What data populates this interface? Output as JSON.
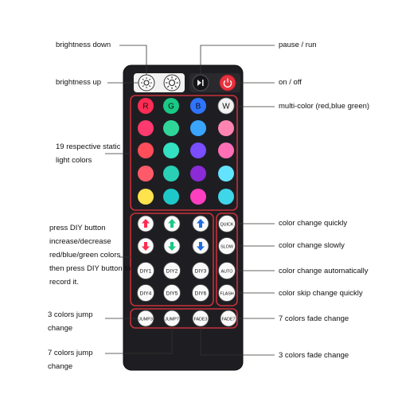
{
  "colors": {
    "red": "#ff2d4f",
    "green": "#19c985",
    "blue": "#1e6ce0",
    "white": "#f2f2f2",
    "remote_body": "#1e1e22",
    "frame": "#c9303a",
    "text_dark": "#111111"
  },
  "remote": {
    "top_buttons": [
      {
        "icon": "brightness-down-icon"
      },
      {
        "icon": "brightness-up-icon"
      },
      {
        "icon": "play-pause-icon"
      },
      {
        "icon": "power-icon"
      }
    ],
    "color_rows": [
      [
        "#ff2d55",
        "#19c985",
        "#2f74ff",
        "#f2f2f2"
      ],
      [
        "#ff3a6e",
        "#2fd69a",
        "#3aa5ff",
        "#ff85b0"
      ],
      [
        "#ff4d5a",
        "#33e1c2",
        "#7a4dff",
        "#ff6fb5"
      ],
      [
        "#ff5a6a",
        "#29d0b6",
        "#8a2bd6",
        "#63e3ff"
      ],
      [
        "#ffe34d",
        "#1fc8c8",
        "#ff3fbf",
        "#3ed6e8"
      ]
    ],
    "first_row_letters": [
      "R",
      "G",
      "B",
      "W"
    ],
    "arrow_rows": [
      [
        {
          "dir": "up",
          "color": "#ff2d4f"
        },
        {
          "dir": "up",
          "color": "#19c985"
        },
        {
          "dir": "up",
          "color": "#1e6ce0"
        }
      ],
      [
        {
          "dir": "down",
          "color": "#ff2d4f"
        },
        {
          "dir": "down",
          "color": "#19c985"
        },
        {
          "dir": "down",
          "color": "#1e6ce0"
        }
      ]
    ],
    "diy_rows": [
      [
        "DIY1",
        "DIY2",
        "DIY3"
      ],
      [
        "DIY4",
        "DIY5",
        "DIY6"
      ]
    ],
    "right_keys": [
      "QUICK",
      "SLOW",
      "AUTO",
      "FLASH"
    ],
    "bottom_keys": [
      "JUMP3",
      "JUMP7",
      "FADE3",
      "FADE7"
    ]
  },
  "labels": {
    "brightness_down": "brightness down",
    "brightness_up": "brightness up",
    "pause_run": "pause / run",
    "on_off": "on / off",
    "multi_color": "multi-color (red,blue green)",
    "static_colors": [
      "19 respective static",
      "light colors"
    ],
    "diy": [
      "press DIY button",
      "increase/decrease",
      "red/blue/green colors",
      "then press DIY button to",
      "record it."
    ],
    "quick": "color change quickly",
    "slow": "color change slowly",
    "auto": "color change automatically",
    "flash": "color skip change quickly",
    "jump3": [
      "3 colors jump",
      "change"
    ],
    "jump7": [
      "7 colors jump",
      "change"
    ],
    "fade7": "7 colors fade change",
    "fade3": "3 colors fade change"
  }
}
